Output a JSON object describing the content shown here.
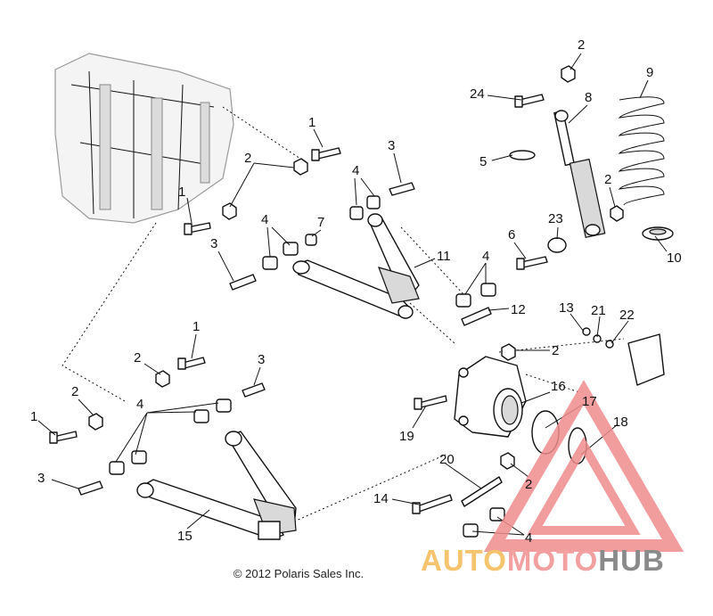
{
  "copyright": "© 2012 Polaris Sales Inc.",
  "watermark": {
    "parts": [
      {
        "text": "AUTO",
        "color": "#f6c46e"
      },
      {
        "text": "MOTO",
        "color": "#f2a0a0"
      },
      {
        "text": "HUB",
        "color": "#8a8a8a"
      }
    ],
    "triangle_color": "#f08c8c"
  },
  "callouts": [
    {
      "id": "c1a",
      "text": "1"
    },
    {
      "id": "c2a",
      "text": "2"
    },
    {
      "id": "c3a",
      "text": "3"
    },
    {
      "id": "c4a",
      "text": "4"
    },
    {
      "id": "c1b",
      "text": "1"
    },
    {
      "id": "c3b",
      "text": "3"
    },
    {
      "id": "c4b",
      "text": "4"
    },
    {
      "id": "c7",
      "text": "7"
    },
    {
      "id": "c11",
      "text": "11"
    },
    {
      "id": "c24",
      "text": "24"
    },
    {
      "id": "c2b",
      "text": "2"
    },
    {
      "id": "c8",
      "text": "8"
    },
    {
      "id": "c9",
      "text": "9"
    },
    {
      "id": "c5",
      "text": "5"
    },
    {
      "id": "c2c",
      "text": "2"
    },
    {
      "id": "c23",
      "text": "23"
    },
    {
      "id": "c6",
      "text": "6"
    },
    {
      "id": "c10",
      "text": "10"
    },
    {
      "id": "c4c",
      "text": "4"
    },
    {
      "id": "c12",
      "text": "12"
    },
    {
      "id": "c13",
      "text": "13"
    },
    {
      "id": "c21",
      "text": "21"
    },
    {
      "id": "c22",
      "text": "22"
    },
    {
      "id": "c1c",
      "text": "1"
    },
    {
      "id": "c2d",
      "text": "2"
    },
    {
      "id": "c3c",
      "text": "3"
    },
    {
      "id": "c2e",
      "text": "2"
    },
    {
      "id": "c16",
      "text": "16"
    },
    {
      "id": "c2f",
      "text": "2"
    },
    {
      "id": "c1d",
      "text": "1"
    },
    {
      "id": "c4d",
      "text": "4"
    },
    {
      "id": "c19",
      "text": "19"
    },
    {
      "id": "c17",
      "text": "17"
    },
    {
      "id": "c18",
      "text": "18"
    },
    {
      "id": "c3d",
      "text": "3"
    },
    {
      "id": "c20",
      "text": "20"
    },
    {
      "id": "c2g",
      "text": "2"
    },
    {
      "id": "c14",
      "text": "14"
    },
    {
      "id": "c15",
      "text": "15"
    },
    {
      "id": "c4e",
      "text": "4"
    }
  ]
}
